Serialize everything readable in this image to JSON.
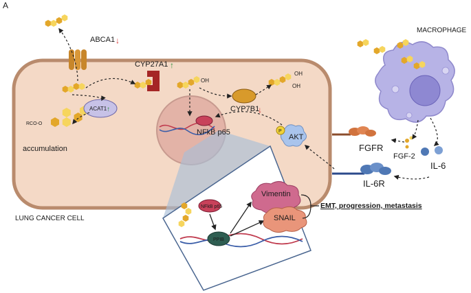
{
  "panel_letter": "A",
  "labels": {
    "abca1": "ABCA1",
    "cyp27a1": "CYP27A1",
    "acat1": "ACAT1",
    "rco_o": "RCO-O",
    "accumulation": "accumulation",
    "cyp7b1": "CYP7B1",
    "nfkb_p65": "NFkB p65",
    "oh": "OH",
    "p": "P",
    "akt": "AKT",
    "fgfr": "FGFR",
    "fgf2": "FGF-2",
    "il6": "IL-6",
    "il6r": "IL-6R",
    "macrophage": "MACROPHAGE",
    "vimentin": "Vimentin",
    "snail": "SNAIL",
    "emt": "EMT, progression, metastasis",
    "inset_nfkb": "NFkB p65",
    "ppib": "PPIB",
    "lung_cancer_cell": "LUNG CANCER CELL"
  },
  "colors": {
    "cell_fill": "#f4d9c6",
    "cell_border": "#b98b6d",
    "nucleus": "#e3b3a7",
    "cholesterol_dark": "#e3a72a",
    "cholesterol_light": "#f6d55d",
    "abca1": "#c8862a",
    "cyp27a1": "#a52626",
    "acat1": "#c7c2e7",
    "cyp7b1": "#d89a2b",
    "nfkb": "#c8415a",
    "akt": "#a9c4ec",
    "fgfr": "#d1733e",
    "il6": "#4f78b5",
    "macrophage": "#b7b3e6",
    "vimentin": "#cf6a8e",
    "snail": "#e9957a",
    "ppib": "#2f5e52",
    "arrow_up": "#2f8f3a",
    "arrow_down": "#d62c2c",
    "inset_border": "#4a6690"
  }
}
